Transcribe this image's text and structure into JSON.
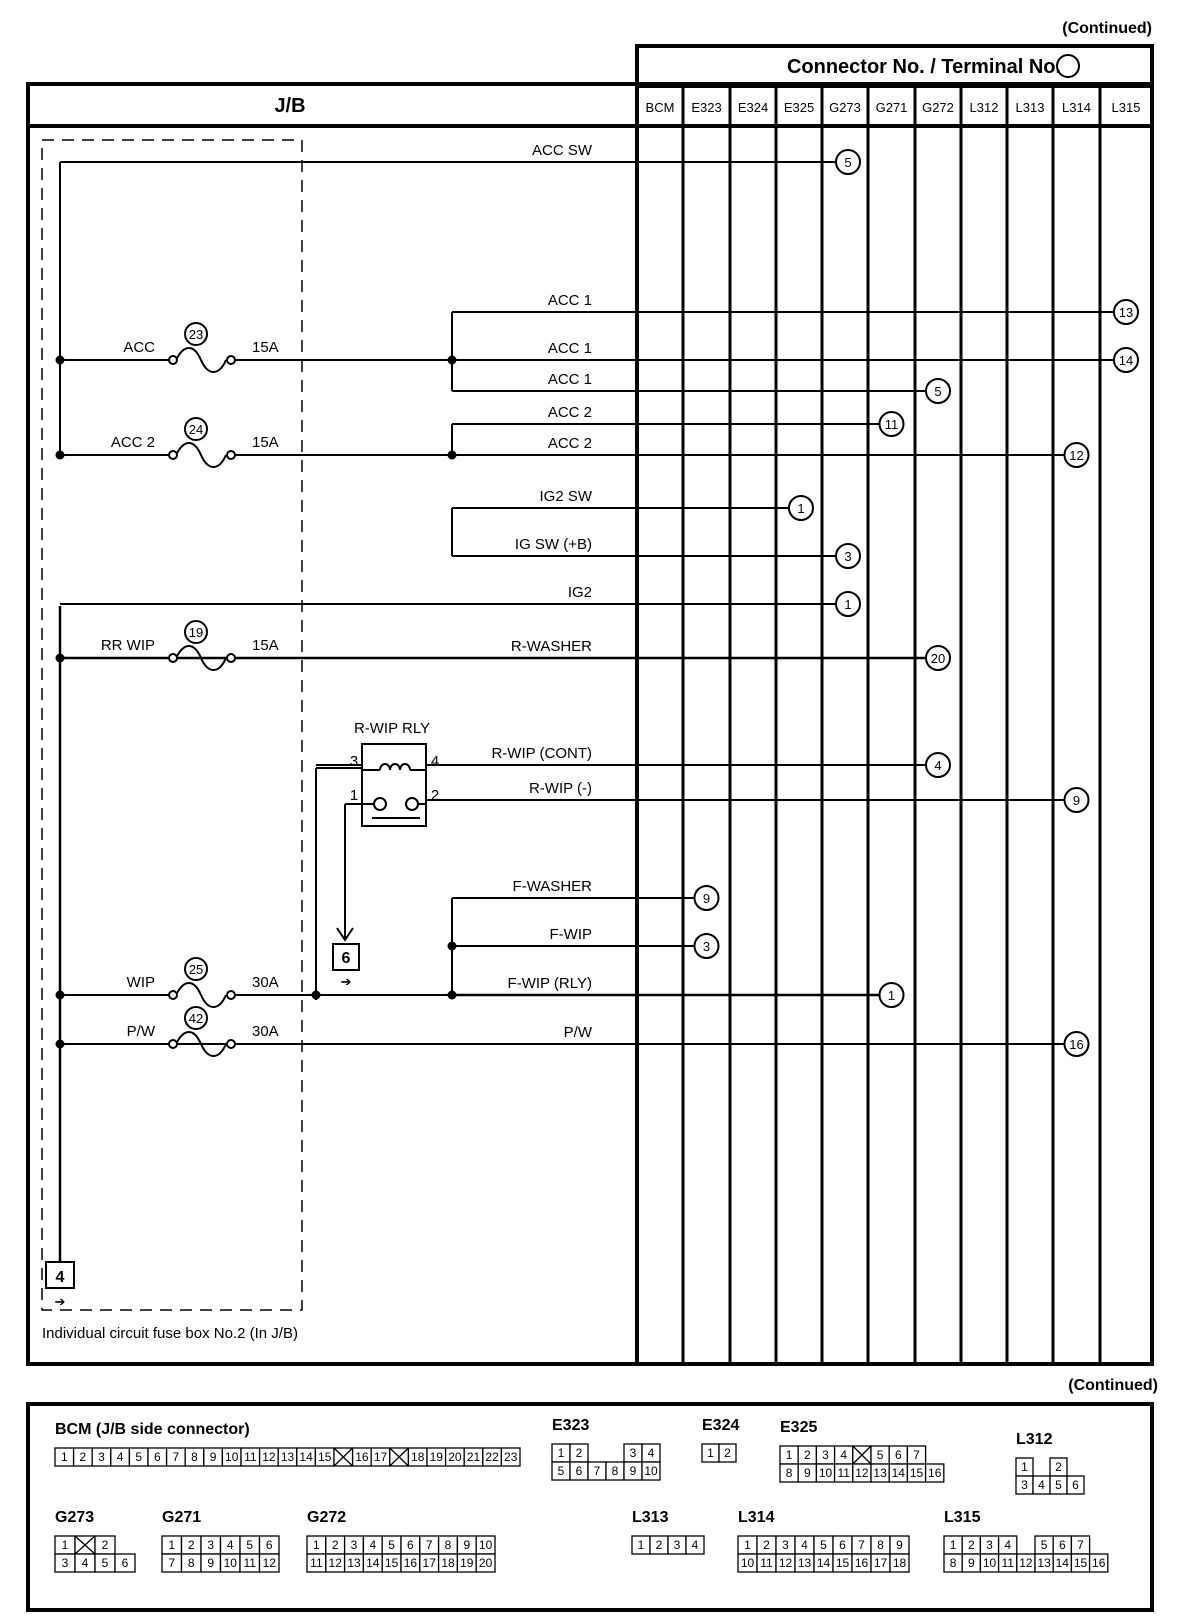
{
  "continued_top": "(Continued)",
  "continued_bottom": "(Continued)",
  "header": {
    "jb": "J/B",
    "connector_title": "Connector No. / Terminal No."
  },
  "columns": [
    "BCM",
    "E323",
    "E324",
    "E325",
    "G273",
    "G271",
    "G272",
    "L312",
    "L313",
    "L314",
    "L315"
  ],
  "fuses": [
    {
      "name": "ACC",
      "number": "23",
      "rating": "15A"
    },
    {
      "name": "ACC 2",
      "number": "24",
      "rating": "15A"
    },
    {
      "name": "RR WIP",
      "number": "19",
      "rating": "15A"
    },
    {
      "name": "WIP",
      "number": "25",
      "rating": "30A"
    },
    {
      "name": "P/W",
      "number": "42",
      "rating": "30A"
    }
  ],
  "wires": [
    {
      "label": "ACC SW",
      "column": "G273",
      "terminal": "5"
    },
    {
      "label": "ACC 1",
      "column": "L315",
      "terminal": "13"
    },
    {
      "label": "ACC 1",
      "column": "L315",
      "terminal": "14"
    },
    {
      "label": "ACC 1",
      "column": "G272",
      "terminal": "5"
    },
    {
      "label": "ACC 2",
      "column": "G271",
      "terminal": "11"
    },
    {
      "label": "ACC 2",
      "column": "L314",
      "terminal": "12"
    },
    {
      "label": "IG2 SW",
      "column": "E325",
      "terminal": "1"
    },
    {
      "label": "IG SW (+B)",
      "column": "G273",
      "terminal": "3"
    },
    {
      "label": "IG2",
      "column": "G273",
      "terminal": "1"
    },
    {
      "label": "R-WASHER",
      "column": "G272",
      "terminal": "20"
    },
    {
      "label": "R-WIP (CONT)",
      "column": "G272",
      "terminal": "4"
    },
    {
      "label": "R-WIP (-)",
      "column": "L314",
      "terminal": "9"
    },
    {
      "label": "F-WASHER",
      "column": "E323",
      "terminal": "9"
    },
    {
      "label": "F-WIP",
      "column": "E323",
      "terminal": "3"
    },
    {
      "label": "F-WIP (RLY)",
      "column": "G271",
      "terminal": "1"
    },
    {
      "label": "P/W",
      "column": "L314",
      "terminal": "16"
    }
  ],
  "relay": {
    "name": "R-WIP RLY",
    "pins": [
      "3",
      "4",
      "1",
      "2"
    ]
  },
  "refs": {
    "left": "4",
    "relay": "6"
  },
  "fuse_box_caption": "Individual circuit fuse box No.2 (In J/B)",
  "connectors": [
    {
      "name": "BCM (J/B side connector)",
      "rows": [
        [
          "1",
          "2",
          "3",
          "4",
          "5",
          "6",
          "7",
          "8",
          "9",
          "10",
          "11",
          "12",
          "13",
          "14",
          "15",
          "X",
          "16",
          "17",
          "X",
          "18",
          "19",
          "20",
          "21",
          "22",
          "23"
        ]
      ]
    },
    {
      "name": "E323",
      "rows": [
        [
          "1",
          "2",
          "",
          "",
          "3",
          "4"
        ],
        [
          "5",
          "6",
          "7",
          "8",
          "9",
          "10"
        ]
      ]
    },
    {
      "name": "E324",
      "rows": [
        [
          "1",
          "2"
        ]
      ]
    },
    {
      "name": "E325",
      "rows": [
        [
          "1",
          "2",
          "3",
          "4",
          "X",
          "5",
          "6",
          "7"
        ],
        [
          "8",
          "9",
          "10",
          "11",
          "12",
          "13",
          "14",
          "15",
          "16"
        ]
      ]
    },
    {
      "name": "L312",
      "rows": [
        [
          "1",
          "",
          "2"
        ],
        [
          "3",
          "4",
          "5",
          "6"
        ]
      ]
    },
    {
      "name": "G273",
      "rows": [
        [
          "1",
          "X",
          "2"
        ],
        [
          "3",
          "4",
          "5",
          "6"
        ]
      ]
    },
    {
      "name": "G271",
      "rows": [
        [
          "1",
          "2",
          "3",
          "4",
          "5",
          "6"
        ],
        [
          "7",
          "8",
          "9",
          "10",
          "11",
          "12"
        ]
      ]
    },
    {
      "name": "G272",
      "rows": [
        [
          "1",
          "2",
          "3",
          "4",
          "5",
          "6",
          "7",
          "8",
          "9",
          "10"
        ],
        [
          "11",
          "12",
          "13",
          "14",
          "15",
          "16",
          "17",
          "18",
          "19",
          "20"
        ]
      ]
    },
    {
      "name": "L313",
      "rows": [
        [
          "1",
          "2",
          "3",
          "4"
        ]
      ]
    },
    {
      "name": "L314",
      "rows": [
        [
          "1",
          "2",
          "3",
          "4",
          "5",
          "6",
          "7",
          "8",
          "9"
        ],
        [
          "10",
          "11",
          "12",
          "13",
          "14",
          "15",
          "16",
          "17",
          "18"
        ]
      ]
    },
    {
      "name": "L315",
      "rows": [
        [
          "1",
          "2",
          "3",
          "4",
          "",
          "5",
          "6",
          "7"
        ],
        [
          "8",
          "9",
          "10",
          "11",
          "12",
          "13",
          "14",
          "15",
          "16"
        ]
      ]
    }
  ]
}
